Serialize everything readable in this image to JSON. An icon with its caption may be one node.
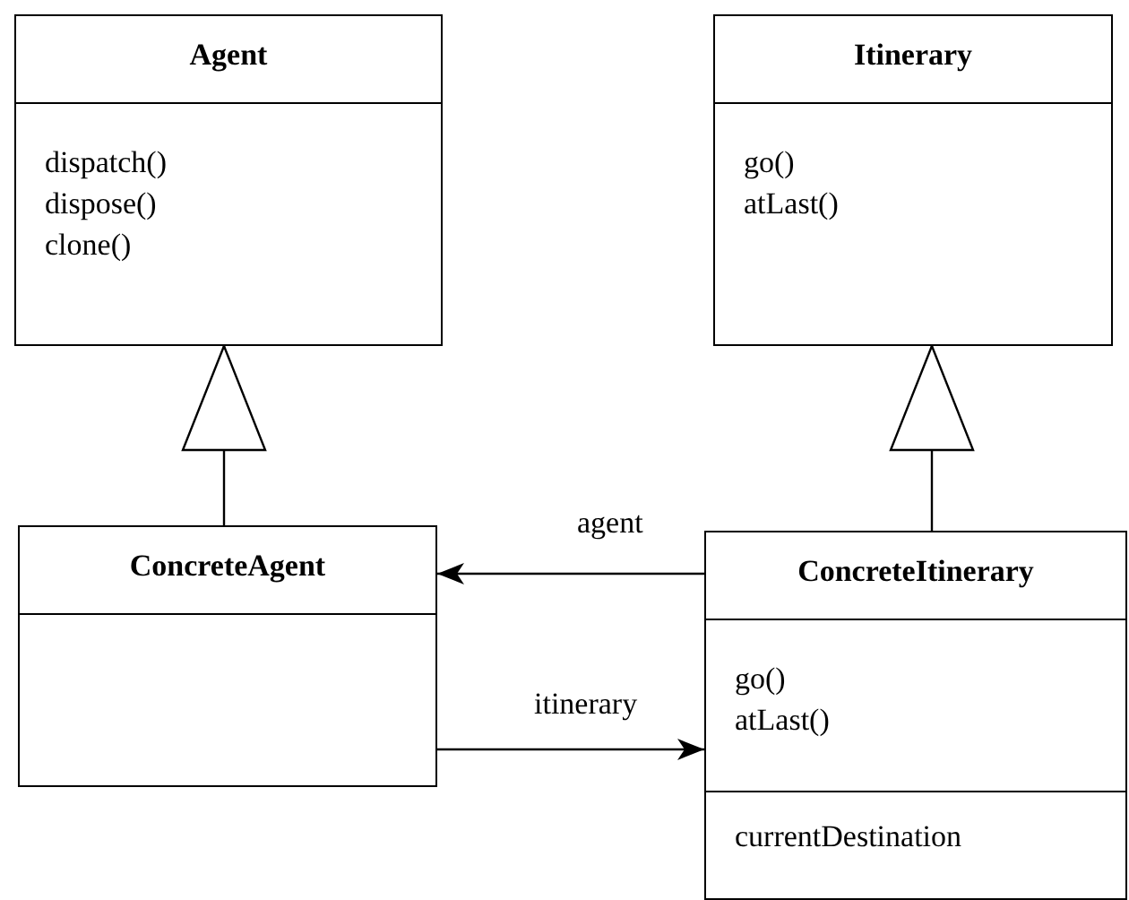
{
  "diagram": {
    "nodes": [
      {
        "text": [
          "Agent",
          "dispatch()",
          "dispose()",
          "clone()"
        ]
      },
      {
        "text": [
          "Itinerary",
          "go()",
          "atLast()"
        ]
      },
      {
        "text": [
          "ConcreteAgent"
        ]
      },
      {
        "text": [
          "ConcreteItinerary",
          "go()",
          "atLast()",
          "currentDestination"
        ]
      }
    ],
    "edges": [
      {
        "from": 2,
        "to": 0,
        "arrow": "to"
      },
      {
        "from": 3,
        "to": 1,
        "arrow": "to"
      },
      {
        "from": 3,
        "to": 2,
        "arrow": "to",
        "label": "agent"
      },
      {
        "from": 2,
        "to": 3,
        "arrow": "to",
        "label": "itinerary"
      }
    ]
  }
}
